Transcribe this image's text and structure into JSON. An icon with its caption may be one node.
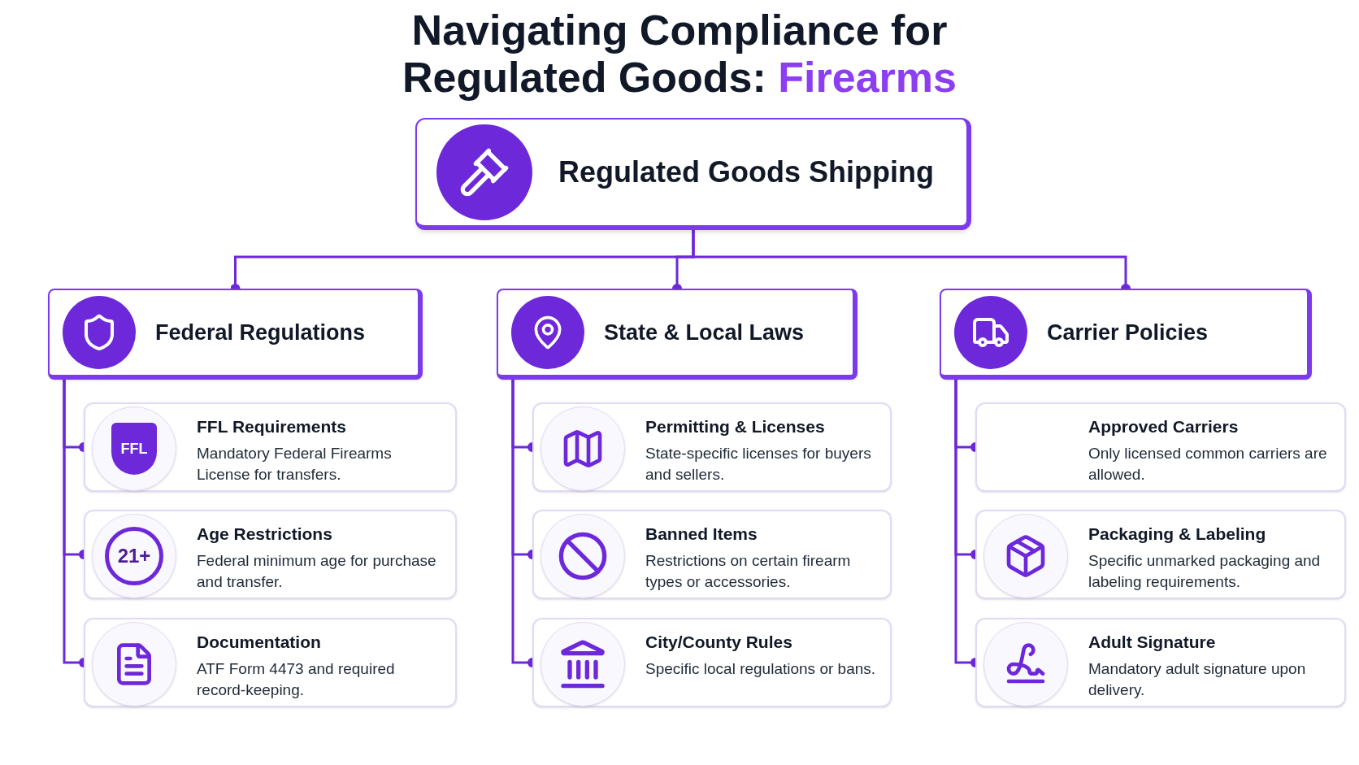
{
  "diagram": {
    "title": "Navigating Compliance for Regulated Goods: Firearms",
    "nodes": [
      {
        "text": [
          "Regulated Goods Shipping"
        ]
      },
      {
        "text": [
          "Federal Regulations"
        ]
      },
      {
        "text": [
          "FFL Requirements",
          "Mandatory Federal Firearms License for transfers."
        ]
      },
      {
        "text": [
          "Age Restrictions",
          "Federal minimum age for purchase and transfer."
        ]
      },
      {
        "text": [
          "Documentation",
          "ATF Form 4473 and required record-keeping."
        ]
      },
      {
        "text": [
          "State & Local Laws"
        ]
      },
      {
        "text": [
          "Permitting & Licenses",
          "State-specific licenses for buyers and sellers."
        ]
      },
      {
        "text": [
          "Banned Items",
          "Restrictions on certain firearm types or accessories."
        ]
      },
      {
        "text": [
          "City/County Rules",
          "Specific local regulations or bans."
        ]
      },
      {
        "text": [
          "Carrier Policies"
        ]
      },
      {
        "text": [
          "Approved Carriers",
          "Only licensed common carriers are allowed."
        ]
      },
      {
        "text": [
          "Packaging & Labeling",
          "Specific unmarked packaging and labeling requirements."
        ]
      },
      {
        "text": [
          "Adult Signature",
          "Mandatory adult signature upon delivery."
        ]
      }
    ],
    "edges": [
      {
        "from": 0,
        "to": 1,
        "arrow": "other"
      },
      {
        "from": 0,
        "to": 5,
        "arrow": "other"
      },
      {
        "from": 0,
        "to": 9,
        "arrow": "other"
      },
      {
        "from": 1,
        "to": 2,
        "arrow": "other"
      },
      {
        "from": 1,
        "to": 3,
        "arrow": "other"
      },
      {
        "from": 1,
        "to": 4,
        "arrow": "other"
      },
      {
        "from": 5,
        "to": 6,
        "arrow": "other"
      },
      {
        "from": 5,
        "to": 7,
        "arrow": "other"
      },
      {
        "from": 5,
        "to": 8,
        "arrow": "other"
      },
      {
        "from": 9,
        "to": 10,
        "arrow": "other"
      },
      {
        "from": 9,
        "to": 11,
        "arrow": "other"
      },
      {
        "from": 9,
        "to": 12,
        "arrow": "other"
      }
    ],
    "labels": [
      "FFL",
      "21+"
    ]
  }
}
